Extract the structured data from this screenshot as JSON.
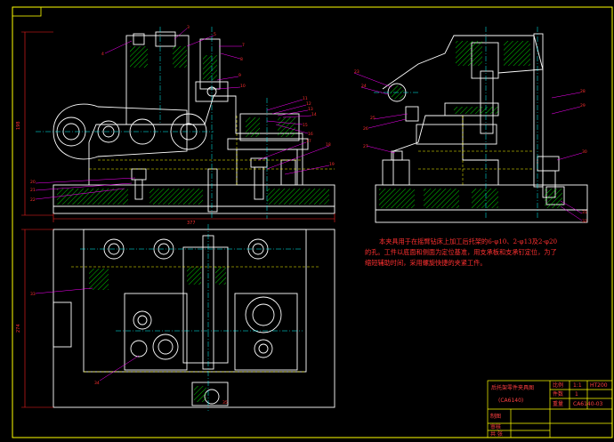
{
  "drawing": {
    "colors": {
      "background": "#000000",
      "outline": "#ffffff",
      "hidden": "#ffff00",
      "dimension": "#ff2020",
      "leader": "#ff00ff",
      "center": "#00ffff",
      "hatch": "#00ff00",
      "border": "#ffff00"
    },
    "dimensions": {
      "front_width": "377",
      "front_height": "198",
      "top_height": "274"
    },
    "note": {
      "line1": "本夹具用于在摇臂钻床上加工后托架的6-φ10、2-φ13及2-φ20",
      "line2": "的孔。工件以底面和侧面为定位基准，用支承板和支承钉定位，为了",
      "line3": "缩短辅助时间，采用螺旋快捷的夹紧工件。"
    },
    "part_numbers": {
      "front": [
        "4",
        "3",
        "5",
        "7",
        "8",
        "9",
        "10",
        "11",
        "12",
        "13",
        "14",
        "15",
        "16",
        "17",
        "18",
        "19",
        "20",
        "21",
        "22"
      ],
      "side": [
        "23",
        "24",
        "25",
        "26",
        "27",
        "28",
        "29",
        "30",
        "31",
        "32"
      ],
      "top": [
        "33",
        "34",
        "35"
      ]
    },
    "title_block": {
      "name_line1": "后托架零件夹具图",
      "name_line2": "(CA6140)",
      "scale_label": "比例",
      "scale_value": "1:1",
      "quantity_label": "件数",
      "quantity_value": "1",
      "weight_label": "重量",
      "material": "HT200",
      "drawing_no": "CA6140-03",
      "designer_label": "制图",
      "checker_label": "审核",
      "sheet_label": "共 张"
    }
  }
}
